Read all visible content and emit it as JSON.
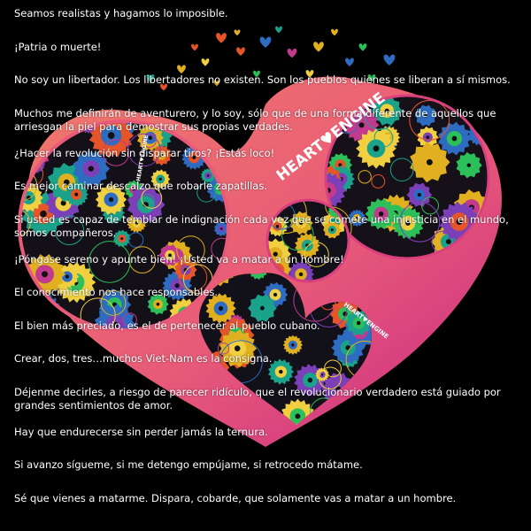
{
  "artwork": {
    "brand_text_large": "HEART♥ENGINE",
    "brand_text_small_1": "HEART♥ENGINE",
    "brand_text_small_2": "HEART♥ENGINE",
    "colors": {
      "background": "#000000",
      "heart_top": "#f07a6a",
      "heart_bottom": "#d2307c",
      "gear_colors": [
        "#e0b020",
        "#1aa28a",
        "#c23a8e",
        "#2d6cc0",
        "#e6542a",
        "#7b3fb8",
        "#2cbf5a",
        "#f0d040"
      ]
    }
  },
  "quotes": [
    "Seamos realistas y hagamos lo imposible.",
    "¡Patria o muerte!",
    "No soy un libertador. Los libertadores no existen. Son los pueblos quienes se liberan a sí mismos.",
    "Muchos me definirán de aventurero, y lo soy, sólo que de una forma diferente de aquellos que arriesgan la piel para demostrar sus propias verdades.",
    "¿Hacer la revolución sin disparar tiros? ¡Estás loco!",
    "Es mejor caminar descalzo que robarle zapatillas.",
    "Si usted es capaz de temblar de indignación cada vez que se comete una injusticia en el mundo, somos compañeros.",
    "¡Póngase sereno y apunte bien! ¡Usted va a matar a un hombre!",
    "El conocimiento nos hace responsables.",
    "El bien más preciado, es el de pertenecer al pueblo cubano.",
    "Crear, dos, tres…muchos Viet-Nam es la consigna.",
    "Déjenme decirles, a riesgo de parecer ridículo, que el revolucionario verdadero está guiado por grandes sentimientos de amor.",
    "Hay que endurecerse sin perder jamás la ternura.",
    "Si avanzo sígueme, si me detengo empújame, si retrocedo mátame.",
    "Sé que vienes a matarme. Dispara, cobarde, que solamente vas a matar a un hombre."
  ]
}
